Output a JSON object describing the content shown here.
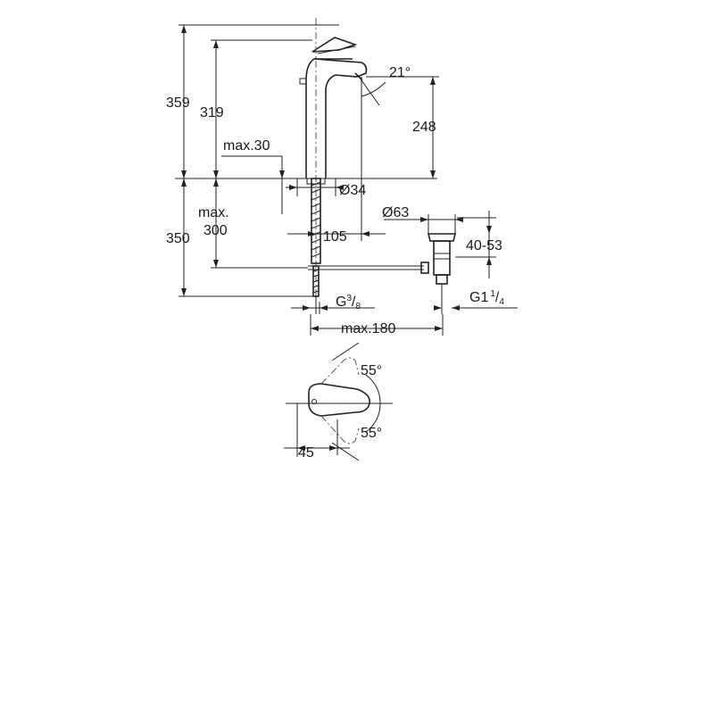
{
  "dimensions": {
    "total_height": "359",
    "spout_height": "319",
    "outlet_height": "248",
    "spout_angle": "21°",
    "deck_thickness": "max.30",
    "hole_diameter": "Ø34",
    "projection": "105",
    "waste_diameter": "Ø63",
    "below_deck_max": "max.",
    "below_deck_max_value": "300",
    "below_deck_total": "350",
    "waste_range": "40-53",
    "inlet_thread_base": "G",
    "inlet_thread_num": "3",
    "inlet_thread_den": "8",
    "waste_thread_base": "G1",
    "waste_thread_num": "1",
    "waste_thread_den": "4",
    "pullrod_max": "max.180",
    "handle_rotation_top": "55°",
    "handle_rotation_bottom": "55°",
    "handle_offset": "45"
  },
  "colors": {
    "line": "#222222",
    "background": "#ffffff"
  }
}
